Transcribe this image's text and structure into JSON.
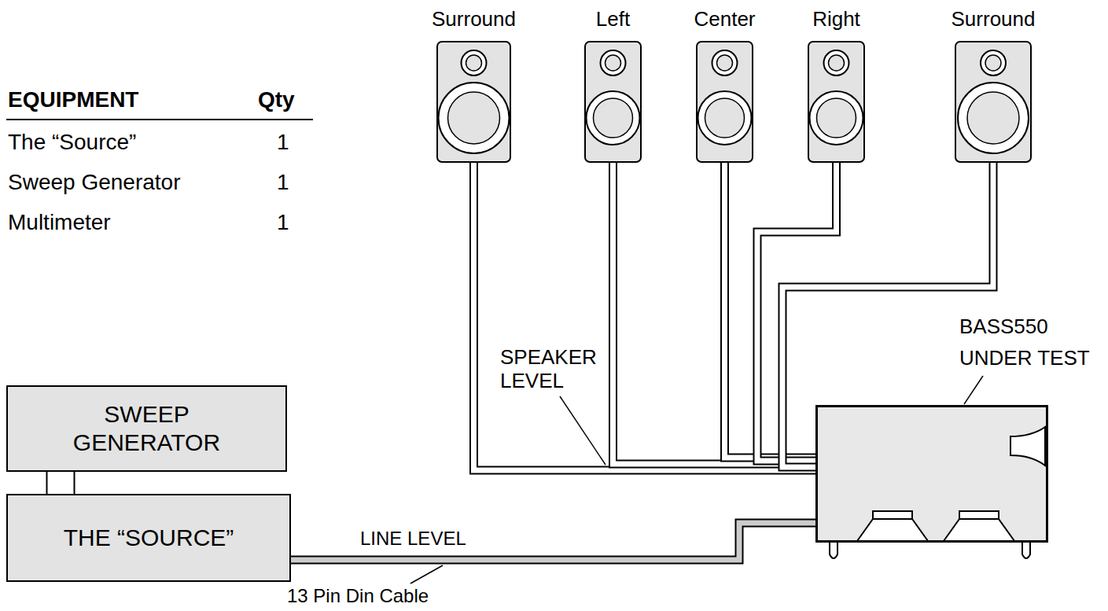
{
  "diagram": {
    "nodes": [
      {
        "text": [
          "Surround"
        ]
      },
      {
        "text": [
          "Left"
        ]
      },
      {
        "text": [
          "Center"
        ]
      },
      {
        "text": [
          "Right"
        ]
      },
      {
        "text": [
          "Surround"
        ]
      },
      {
        "text": [
          "SWEEP GENERATOR"
        ]
      },
      {
        "text": [
          "THE “SOURCE”"
        ]
      },
      {
        "text": [
          "BASS550 UNDER TEST"
        ]
      }
    ],
    "edges": [
      {
        "from": 0,
        "to": 7,
        "arrow": "none"
      },
      {
        "from": 1,
        "to": 7,
        "arrow": "none"
      },
      {
        "from": 2,
        "to": 7,
        "arrow": "none"
      },
      {
        "from": 3,
        "to": 7,
        "arrow": "none"
      },
      {
        "from": 4,
        "to": 7,
        "arrow": "none"
      },
      {
        "from": 5,
        "to": 6,
        "arrow": "none"
      },
      {
        "from": 6,
        "to": 7,
        "label": "LINE LEVEL",
        "arrow": "none"
      }
    ],
    "labels": [
      "EQUIPMENT",
      "Qty",
      "The “Source”",
      "1",
      "Sweep Generator",
      "1",
      "Multimeter",
      "1",
      "SPEAKER LEVEL",
      "13 Pin Din Cable"
    ]
  }
}
